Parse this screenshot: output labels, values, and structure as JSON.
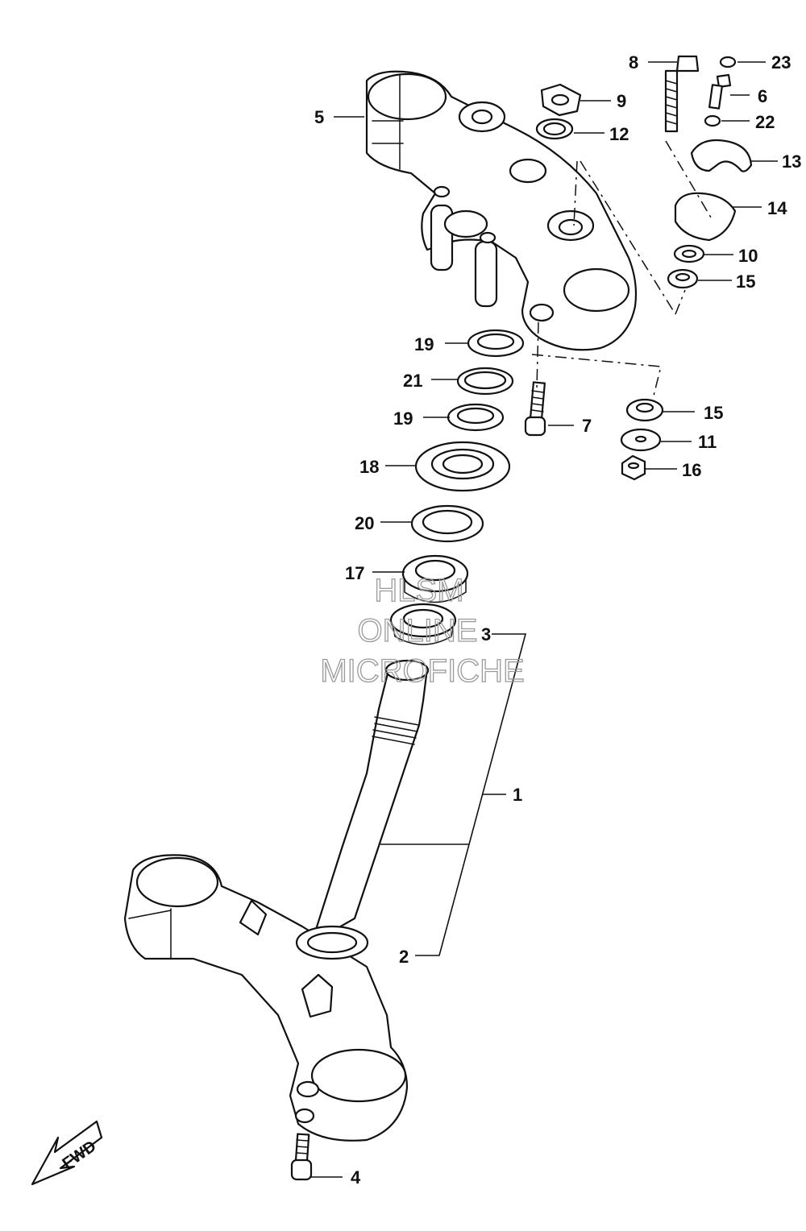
{
  "callouts": [
    "1",
    "2",
    "3",
    "4",
    "5",
    "6",
    "7",
    "8",
    "9",
    "10",
    "11",
    "12",
    "13",
    "14",
    "15",
    "15",
    "16",
    "17",
    "18",
    "19",
    "19",
    "20",
    "21",
    "22",
    "23"
  ],
  "watermark": [
    "HLSM",
    "ONLINE",
    "MICROFICHE"
  ],
  "fwd_label": "FWD"
}
